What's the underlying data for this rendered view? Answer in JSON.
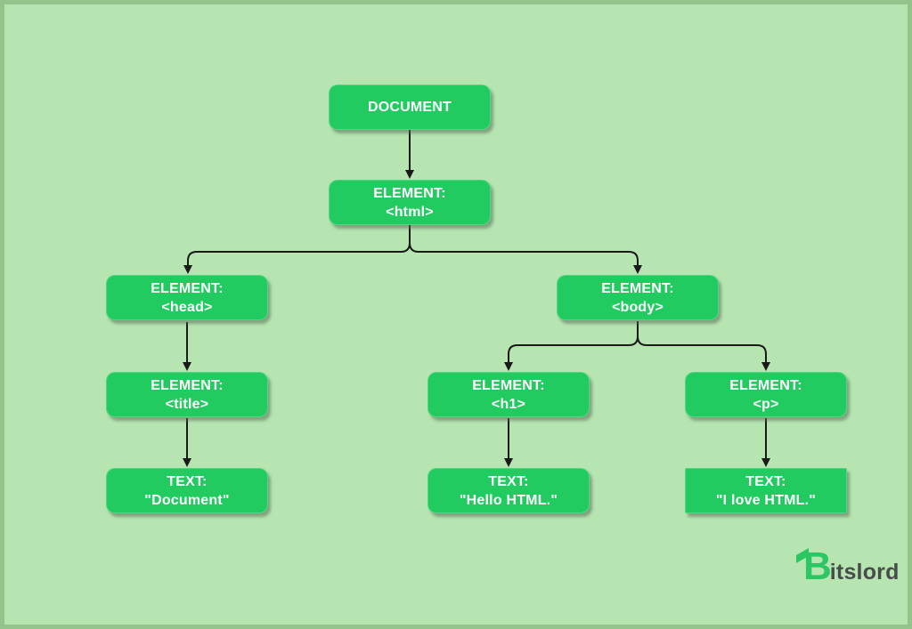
{
  "nodes": {
    "document": {
      "line1": "DOCUMENT",
      "line2": ""
    },
    "html": {
      "line1": "ELEMENT:",
      "line2": "<html>"
    },
    "head": {
      "line1": "ELEMENT:",
      "line2": "<head>"
    },
    "title": {
      "line1": "ELEMENT:",
      "line2": "<title>"
    },
    "text_document": {
      "line1": "TEXT:",
      "line2": "\"Document\""
    },
    "body": {
      "line1": "ELEMENT:",
      "line2": "<body>"
    },
    "h1": {
      "line1": "ELEMENT:",
      "line2": "<h1>"
    },
    "p": {
      "line1": "ELEMENT:",
      "line2": "<p>"
    },
    "text_hello": {
      "line1": "TEXT:",
      "line2": "\"Hello HTML.\""
    },
    "text_love": {
      "line1": "TEXT:",
      "line2": "\"I love HTML.\""
    }
  },
  "tree_edges": [
    [
      "document",
      "html"
    ],
    [
      "html",
      "head"
    ],
    [
      "html",
      "body"
    ],
    [
      "head",
      "title"
    ],
    [
      "title",
      "text_document"
    ],
    [
      "body",
      "h1"
    ],
    [
      "body",
      "p"
    ],
    [
      "h1",
      "text_hello"
    ],
    [
      "p",
      "text_love"
    ]
  ],
  "logo": {
    "brand": "Bitslord",
    "accent_letter": "B",
    "rest": "itslord"
  },
  "colors": {
    "node_fill": "#21cb60",
    "node_text": "#ffffff",
    "background": "#b7e5b1",
    "frame_border": "#94c48c",
    "connector": "#1a1a1a",
    "logo_accent": "#2bc765",
    "logo_text": "#474d4b"
  }
}
